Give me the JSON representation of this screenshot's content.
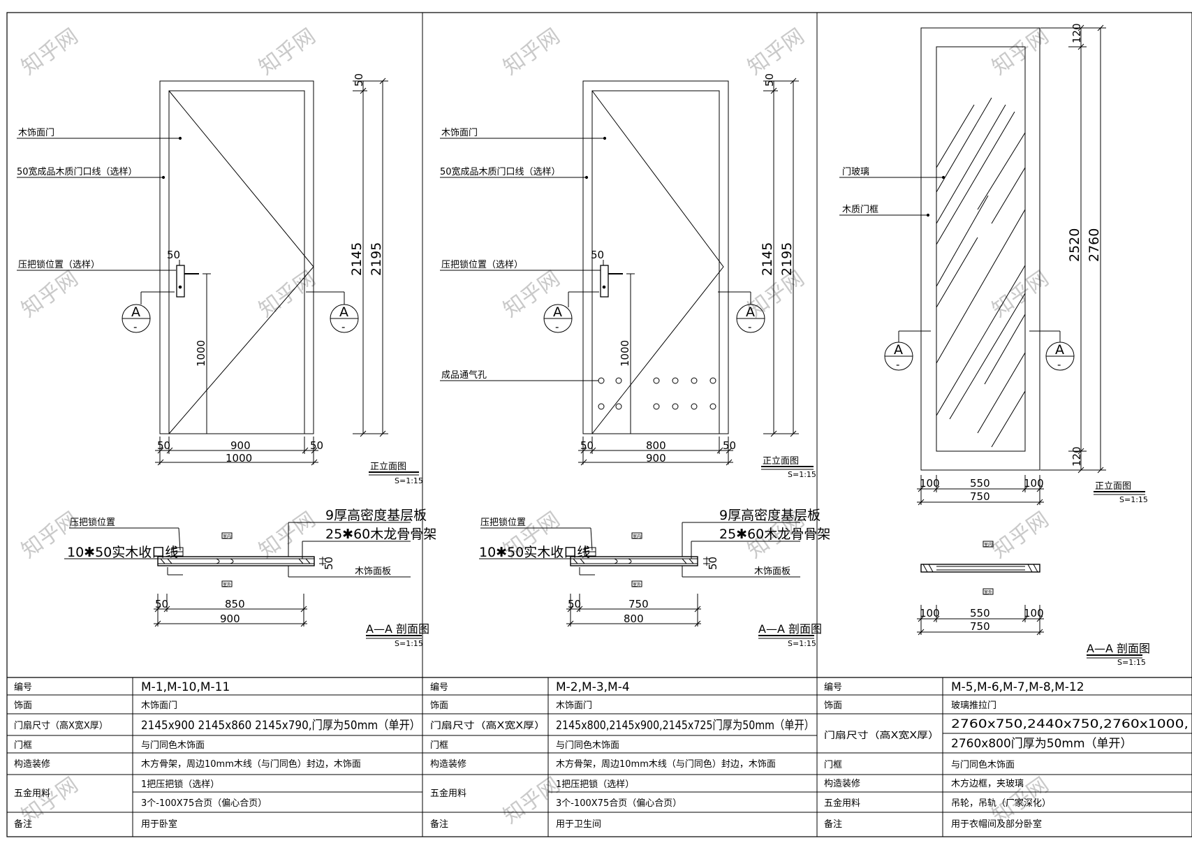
{
  "drawings": [
    {
      "elevation": {
        "callouts": [
          "木饰面门",
          "50宽成品木质门口线（选样）",
          "压把锁位置（选样）"
        ],
        "dims": {
          "top": "50",
          "h_inner": "2145",
          "h_total": "2195",
          "handle_off": "50",
          "handle_h": "1000",
          "w_l": "50",
          "w_c": "900",
          "w_r": "50",
          "w_total": "1000"
        },
        "title": "正立面图",
        "scale": "S=1:15"
      },
      "section": {
        "callouts": [
          "压把锁位置",
          "10✱50实木收口线",
          "9厚高密度基层板",
          "25✱60木龙骨骨架",
          "木饰面板"
        ],
        "room_top": "室内",
        "room_bottom": "室外",
        "dims": {
          "edge": "50",
          "w_l": "50",
          "w_c": "850",
          "w_total": "900"
        },
        "title": "A—A 剖面图",
        "scale": "S=1:15"
      }
    },
    {
      "elevation": {
        "callouts": [
          "木饰面门",
          "50宽成品木质门口线（选样）",
          "压把锁位置（选样）",
          "成品通气孔"
        ],
        "dims": {
          "top": "50",
          "h_inner": "2145",
          "h_total": "2195",
          "handle_off": "50",
          "handle_h": "1000",
          "w_l": "50",
          "w_c": "800",
          "w_r": "50",
          "w_total": "900"
        },
        "title": "正立面图",
        "scale": "S=1:15"
      },
      "section": {
        "callouts": [
          "压把锁位置",
          "10✱50实木收口线",
          "9厚高密度基层板",
          "25✱60木龙骨骨架",
          "木饰面板"
        ],
        "room_top": "室内",
        "room_bottom": "室外",
        "dims": {
          "edge": "50",
          "w_l": "50",
          "w_c": "750",
          "w_total": "800"
        },
        "title": "A—A 剖面图",
        "scale": "S=1:15"
      }
    },
    {
      "elevation": {
        "callouts": [
          "门玻璃",
          "木质门框"
        ],
        "dims": {
          "top": "120",
          "bottom": "120",
          "h_inner": "2520",
          "h_total": "2760",
          "w_l": "100",
          "w_c": "550",
          "w_r": "100",
          "w_total": "750"
        },
        "title": "正立面图",
        "scale": "S=1:15"
      },
      "section": {
        "room_top": "室内",
        "room_bottom": "室外",
        "dims": {
          "w_l": "100",
          "w_c": "550",
          "w_r": "100",
          "w_total": "750"
        },
        "title": "A—A 剖面图",
        "scale": "S=1:15"
      }
    }
  ],
  "section_marker": {
    "letter": "A",
    "sub": "-"
  },
  "watermark": "知乎网",
  "tables": [
    {
      "rows": [
        {
          "label": "编号",
          "value": "M-1,M-10,M-11"
        },
        {
          "label": "饰面",
          "value": "木饰面门"
        },
        {
          "label": "门扇尺寸（高X宽X厚）",
          "value": "2145x900  2145x860  2145x790,门厚为50mm（单开）"
        },
        {
          "label": "门框",
          "value": "与门同色木饰面"
        },
        {
          "label": "构造装修",
          "value": "木方骨架，周边10mm木线（与门同色）封边，木饰面"
        },
        {
          "label": "五金用料",
          "value": "1把压把锁（选样）",
          "value2": "3个-100X75合页（偏心合页）"
        },
        {
          "label": "备注",
          "value": "用于卧室"
        }
      ]
    },
    {
      "rows": [
        {
          "label": "编号",
          "value": "M-2,M-3,M-4"
        },
        {
          "label": "饰面",
          "value": "木饰面门"
        },
        {
          "label": "门扇尺寸（高X宽X厚）",
          "value": "2145x800,2145x900,2145x725门厚为50mm（单开）"
        },
        {
          "label": "门框",
          "value": "与门同色木饰面"
        },
        {
          "label": "构造装修",
          "value": "木方骨架，周边10mm木线（与门同色）封边，木饰面"
        },
        {
          "label": "五金用料",
          "value": "1把压把锁（选样）",
          "value2": "3个-100X75合页（偏心合页）"
        },
        {
          "label": "备注",
          "value": "用于卫生间"
        }
      ]
    },
    {
      "rows": [
        {
          "label": "编号",
          "value": "M-5,M-6,M-7,M-8,M-12"
        },
        {
          "label": "饰面",
          "value": "玻璃推拉门"
        },
        {
          "label": "门扇尺寸（高X宽X厚）",
          "value": "2760x750,2440x750,2760x1000,",
          "value2": "2760x800门厚为50mm（单开）"
        },
        {
          "label": "门框",
          "value": "与门同色木饰面"
        },
        {
          "label": "构造装修",
          "value": "木方边框，夹玻璃"
        },
        {
          "label": "五金用料",
          "value": "吊轮，吊轨（厂家深化）"
        },
        {
          "label": "备注",
          "value": "用于衣帽间及部分卧室"
        }
      ]
    }
  ]
}
